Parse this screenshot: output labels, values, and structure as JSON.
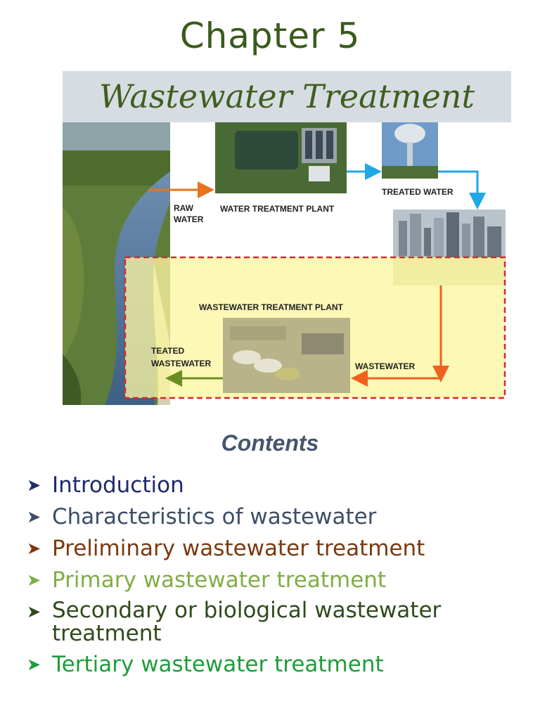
{
  "header": {
    "chapter": "Chapter 5",
    "title": "Wastewater Treatment"
  },
  "diagram": {
    "labels": {
      "raw_water": "RAW\nWATER",
      "water_treatment_plant": "WATER TREATMENT PLANT",
      "treated_water": "TREATED WATER",
      "wastewater_treatment_plant": "WASTEWATER TREATMENT PLANT",
      "teated_wastewater": "TEATED\nWASTEWATER",
      "wastewater": "WASTEWATER"
    },
    "colors": {
      "raw_arrow": "#e8731c",
      "treated_arrow": "#1fa8e8",
      "wastewater_arrow": "#f0601e",
      "teated_arrow": "#6b8e23",
      "dashed_box": "#d9262a",
      "highlight": "#fbf6a0"
    }
  },
  "contents": {
    "heading": "Contents",
    "items": [
      {
        "text": "Introduction",
        "color": "#1d2a6b"
      },
      {
        "text": "Characteristics of wastewater",
        "color": "#3c4e67"
      },
      {
        "text": "Preliminary wastewater treatment",
        "color": "#7b3a10"
      },
      {
        "text": "Primary wastewater treatment",
        "color": "#7fae44"
      },
      {
        "text": "Secondary or biological wastewater treatment",
        "color": "#2f4a1b"
      },
      {
        "text": "Tertiary wastewater treatment",
        "color": "#1f9d3a"
      }
    ]
  }
}
